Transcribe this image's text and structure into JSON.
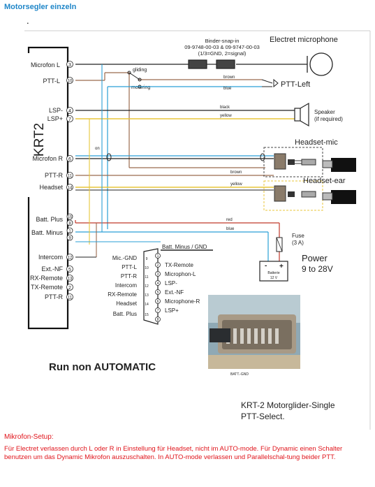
{
  "page_title": "Motorsegler einzeln",
  "dot": ".",
  "device": "KRT2",
  "pins_left": [
    {
      "label": "Microfon L",
      "num": "3"
    },
    {
      "label": "PTT-L",
      "num": "10"
    },
    {
      "label": "LSP-",
      "num": "4"
    },
    {
      "label": "LSP+",
      "num": "7"
    },
    {
      "label": "Microfon R",
      "num": "6"
    },
    {
      "label": "PTT-R",
      "num": "11"
    },
    {
      "label": "Headset",
      "num": "14"
    },
    {
      "label": "Batt. Plus",
      "num_a": "15",
      "num_b": "8"
    },
    {
      "label": "Batt. Minus",
      "num_a": "1",
      "num_b": "9"
    },
    {
      "label": "Intercom",
      "num": "12"
    },
    {
      "label": "Ext.-NF",
      "num": "5"
    },
    {
      "label": "RX-Remote",
      "num": "13"
    },
    {
      "label": "TX-Remote",
      "num": "2"
    },
    {
      "label": "PTT-R",
      "num": "11"
    }
  ],
  "binder": {
    "line1": "Binder-snap-in",
    "line2": "09-9748-00-03 & 09-9747-00-03",
    "line3": "(1/3=GND,  2=signal)"
  },
  "electret": "Electret  microphone",
  "switch": {
    "gliding": "gliding",
    "motoring": "motoring",
    "on": "on"
  },
  "wires": {
    "brown": "brown",
    "blue": "blue",
    "black": "black",
    "yellow": "yellow",
    "red": "red"
  },
  "ptt_left": "PTT-Left",
  "speaker": {
    "line1": "Speaker",
    "line2": "(if required)"
  },
  "headset_mic": "Headset-mic",
  "headset_ear": "Headset-ear",
  "fuse": {
    "line1": "Fuse",
    "line2": "(3 A)"
  },
  "battery": {
    "line1": "Batterie",
    "line2": "12 V",
    "minus": "-",
    "plus": "+"
  },
  "power": {
    "line1": "Power",
    "line2": "9 to 28V"
  },
  "batt_gnd": "Batt. Minus / GND",
  "connector_left": [
    {
      "label": "Mic.-GND",
      "num": "9"
    },
    {
      "label": "PTT-L",
      "num": "10"
    },
    {
      "label": "PTT-R",
      "num": "11"
    },
    {
      "label": "Intercom",
      "num": "12"
    },
    {
      "label": "RX-Remote",
      "num": "13"
    },
    {
      "label": "Headset",
      "num": "14"
    },
    {
      "label": "Batt. Plus",
      "num": "15"
    }
  ],
  "connector_right": [
    {
      "label": "",
      "num": "1"
    },
    {
      "label": "TX-Remote",
      "num": "2"
    },
    {
      "label": "Microphon-L",
      "num": "3"
    },
    {
      "label": "LSP-",
      "num": "4"
    },
    {
      "label": "Ext.-NF",
      "num": "5"
    },
    {
      "label": "Microphone-R",
      "num": "6"
    },
    {
      "label": "LSP+",
      "num": "7"
    },
    {
      "label": "",
      "num": "8"
    }
  ],
  "photo_label": "BATT.-GND",
  "run_mode": "Run non AUTOMATIC",
  "caption": {
    "line1": "KRT-2 Motorglider-Single",
    "line2": "PTT-Select."
  },
  "setup_title": "Mikrofon-Setup:",
  "setup_text": "Für Electret verlassen durch L oder R in Einstellung für Headset, nicht im AUTO-mode. Für Dynamic einen Schalter benutzen um das Dynamic Mikrofon auszuschalten. In AUTO-mode verlassen und Parallelschal-tung beider PTT.",
  "colors": {
    "title": "#1f86c8",
    "setup": "#e0141b",
    "brown": "#9b6a4e",
    "blue": "#2a9fd6",
    "yellow": "#e8c63a",
    "red": "#c0392b",
    "black": "#222222"
  }
}
